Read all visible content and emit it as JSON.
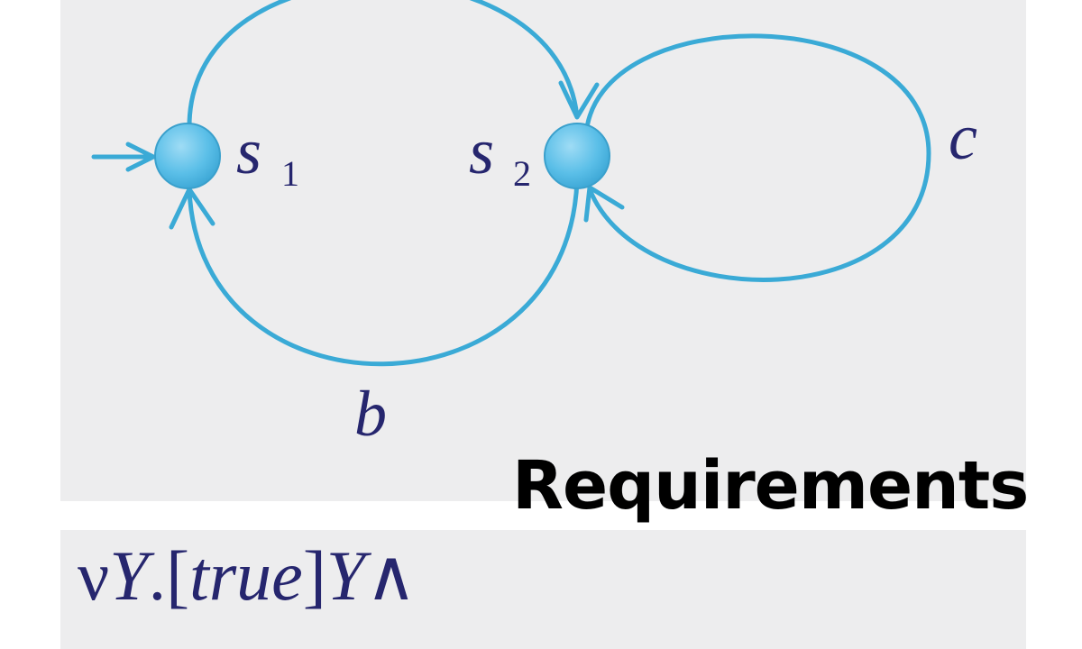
{
  "diagram": {
    "nodes": [
      {
        "id": "s1",
        "symbol": "s",
        "subscript": "1",
        "initial": true
      },
      {
        "id": "s2",
        "symbol": "s",
        "subscript": "2",
        "initial": false
      }
    ],
    "edges": [
      {
        "from": "s1",
        "to": "s2",
        "label": ""
      },
      {
        "from": "s2",
        "to": "s1",
        "label": "b"
      },
      {
        "from": "s2",
        "to": "s2",
        "label": "c"
      }
    ],
    "colors": {
      "edge": "#3aaad6",
      "node": "#5bbfe8",
      "label": "#26266e"
    }
  },
  "heading": "Requirements",
  "formula": "νY.[true]Y∧"
}
